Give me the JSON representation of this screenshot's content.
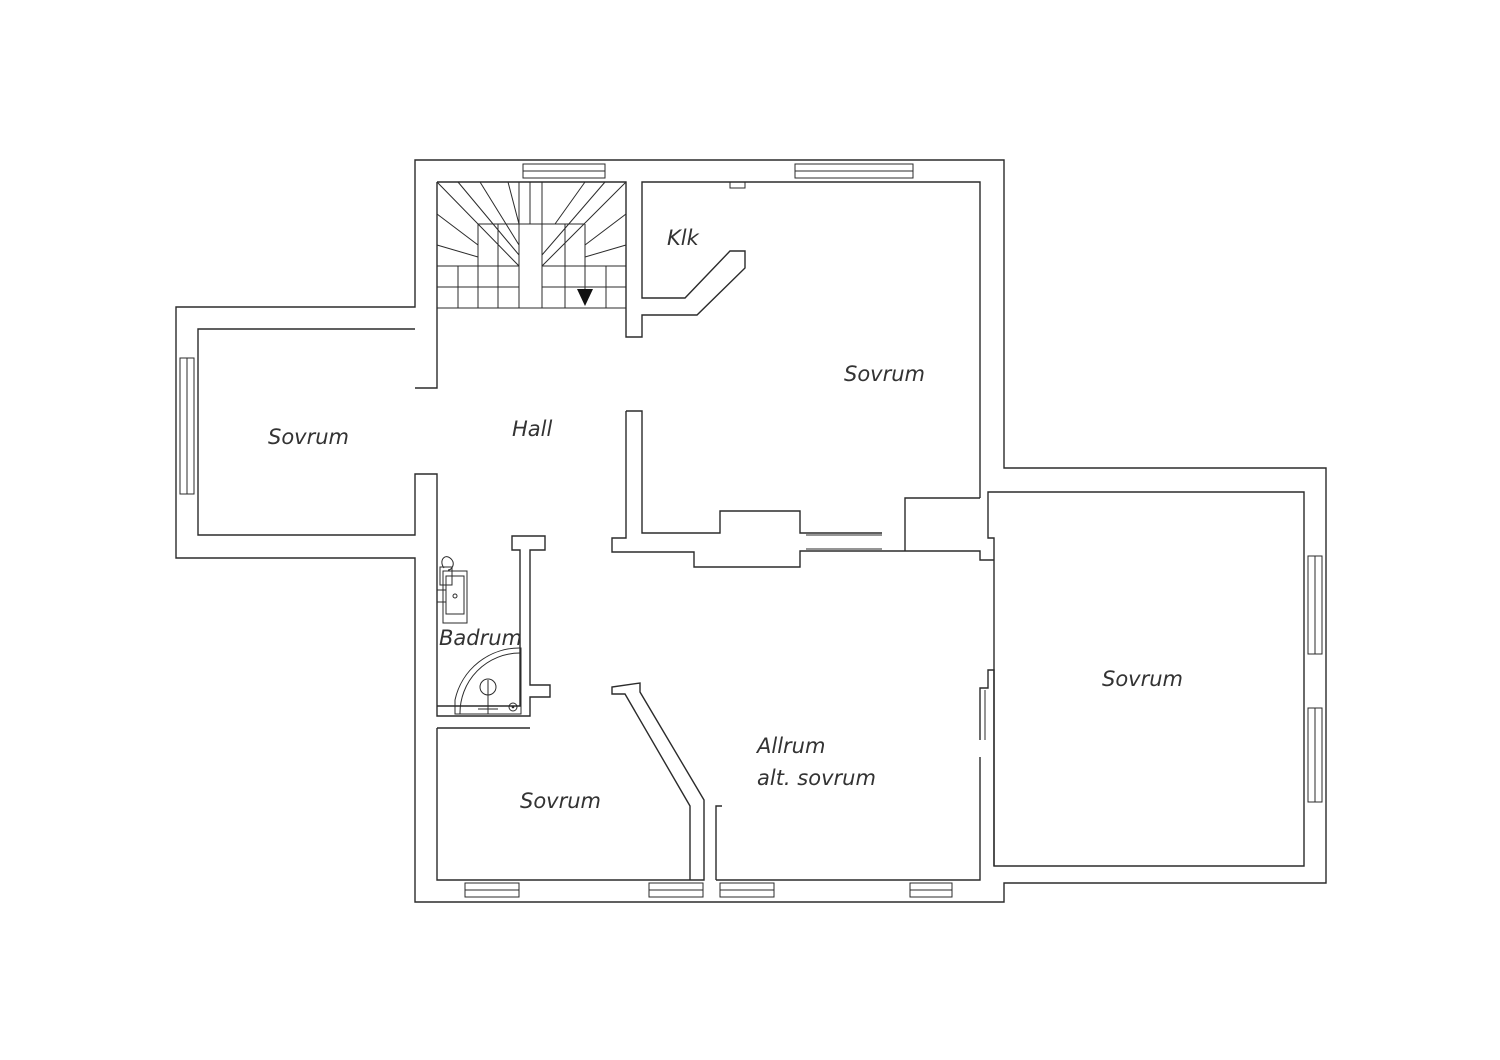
{
  "plan": {
    "rooms": {
      "klk": "Klk",
      "sovrum_north": "Sovrum",
      "sovrum_west": "Sovrum",
      "hall": "Hall",
      "badrum": "Badrum",
      "sovrum_east": "Sovrum",
      "allrum_line1": "Allrum",
      "allrum_line2": "alt. sovrum",
      "sovrum_south": "Sovrum"
    }
  }
}
